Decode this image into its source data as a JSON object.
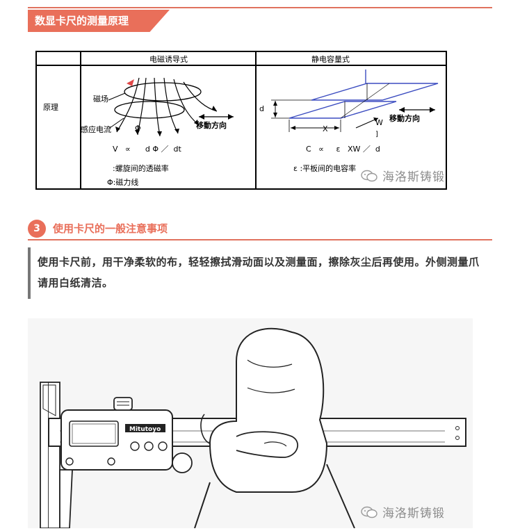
{
  "section1": {
    "title": "数显卡尺的测量原理"
  },
  "table": {
    "header_em": "电磁诱导式",
    "header_es": "静电容量式",
    "row_label": "原理",
    "em": {
      "label_field": "磁场",
      "label_current": "感应电流",
      "label_phi": "Φ",
      "label_move": "移動方向",
      "formula": "V   ∝      d Φ ／  dt",
      "note1": ":螺旋间的透磁率",
      "note2": "Φ:磁力线"
    },
    "es": {
      "label_d": "d",
      "label_x": "X",
      "label_w": "W",
      "label_bracket": "]",
      "label_move": "移動方向",
      "formula": "C   ∝     ε   XW ／  d",
      "note1": "ε :平板间的电容率"
    }
  },
  "watermark": "海洛斯铸锻",
  "section2": {
    "number": "3",
    "title": "使用卡尺的一般注意事项",
    "paragraph": "使用卡尺前，用干净柔软的布，轻轻擦拭滑动面以及测量面，擦除灰尘后再使用。外侧测量爪请用白纸清洁。"
  },
  "caliper": {
    "brand": "Mitutoyo"
  }
}
